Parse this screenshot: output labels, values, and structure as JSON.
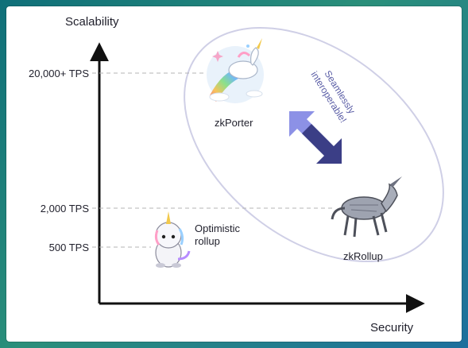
{
  "axes": {
    "y_label": "Scalability",
    "x_label": "Security",
    "ticks": [
      "20,000+ TPS",
      "2,000 TPS",
      "500 TPS"
    ]
  },
  "nodes": {
    "zkporter": "zkPorter",
    "zkrollup": "zkRollup",
    "optimistic_line1": "Optimistic",
    "optimistic_line2": "rollup"
  },
  "interop": {
    "line1": "Seamlessly",
    "line2": "interoperable!"
  },
  "colors": {
    "axis": "#111111",
    "ellipse": "#cfcfe6",
    "arrow_light": "#8c91e6",
    "arrow_dark": "#3b3e86",
    "interop_text": "#5b5ea6"
  }
}
